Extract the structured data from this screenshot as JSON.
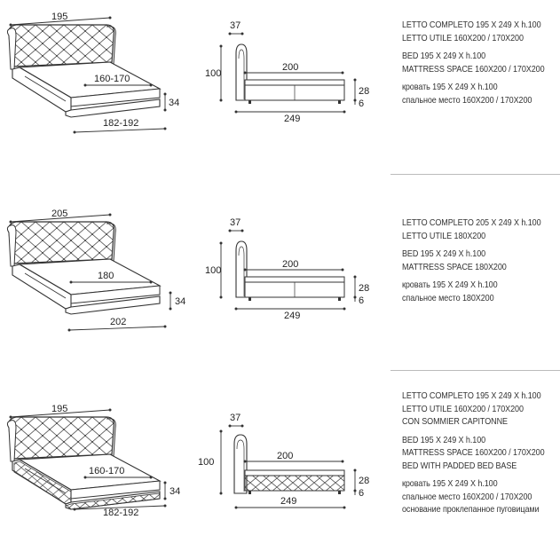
{
  "sections": [
    {
      "id": "s1",
      "persp": {
        "width": "195",
        "mattress": "160-170",
        "base": "182-192",
        "height": "34"
      },
      "side": {
        "head_depth": "37",
        "head_height": "100",
        "mattress_len": "200",
        "total_len": "249",
        "frame_h": "28",
        "foot_h": "6"
      },
      "spec": {
        "it": [
          "LETTO COMPLETO 195 X 249 X h.100",
          "LETTO UTILE 160X200 / 170X200"
        ],
        "en": [
          "BED 195 X 249 X h.100",
          "MATTRESS SPACE 160X200 / 170X200"
        ],
        "ru": [
          "кровать 195 X 249 X h.100",
          "спальное место 160X200 / 170X200"
        ]
      }
    },
    {
      "id": "s2",
      "persp": {
        "width": "205",
        "mattress": "180",
        "base": "202",
        "height": "34"
      },
      "side": {
        "head_depth": "37",
        "head_height": "100",
        "mattress_len": "200",
        "total_len": "249",
        "frame_h": "28",
        "foot_h": "6"
      },
      "spec": {
        "it": [
          "LETTO COMPLETO 205 X 249 X h.100",
          "LETTO UTILE 180X200"
        ],
        "en": [
          "BED 195 X 249 X h.100",
          "MATTRESS SPACE 180X200"
        ],
        "ru": [
          "кровать 195 X 249 X h.100",
          "спальное место 180X200"
        ]
      }
    },
    {
      "id": "s3",
      "persp": {
        "width": "195",
        "mattress": "160-170",
        "base": "182-192",
        "height": "34"
      },
      "side": {
        "head_depth": "37",
        "head_height": "100",
        "mattress_len": "200",
        "total_len": "249",
        "frame_h": "28",
        "foot_h": "6"
      },
      "spec": {
        "it": [
          "LETTO COMPLETO 195 X 249 X h.100",
          "LETTO UTILE 160X200 / 170X200",
          "CON SOMMIER CAPITONNE"
        ],
        "en": [
          "BED 195 X 249 X h.100",
          "MATTRESS SPACE 160X200 / 170X200",
          "BED WITH PADDED BED BASE"
        ],
        "ru": [
          "кровать 195 X 249 X h.100",
          "спальное место 160X200 / 170X200",
          "основание проклепанное пуговицами"
        ]
      }
    }
  ]
}
